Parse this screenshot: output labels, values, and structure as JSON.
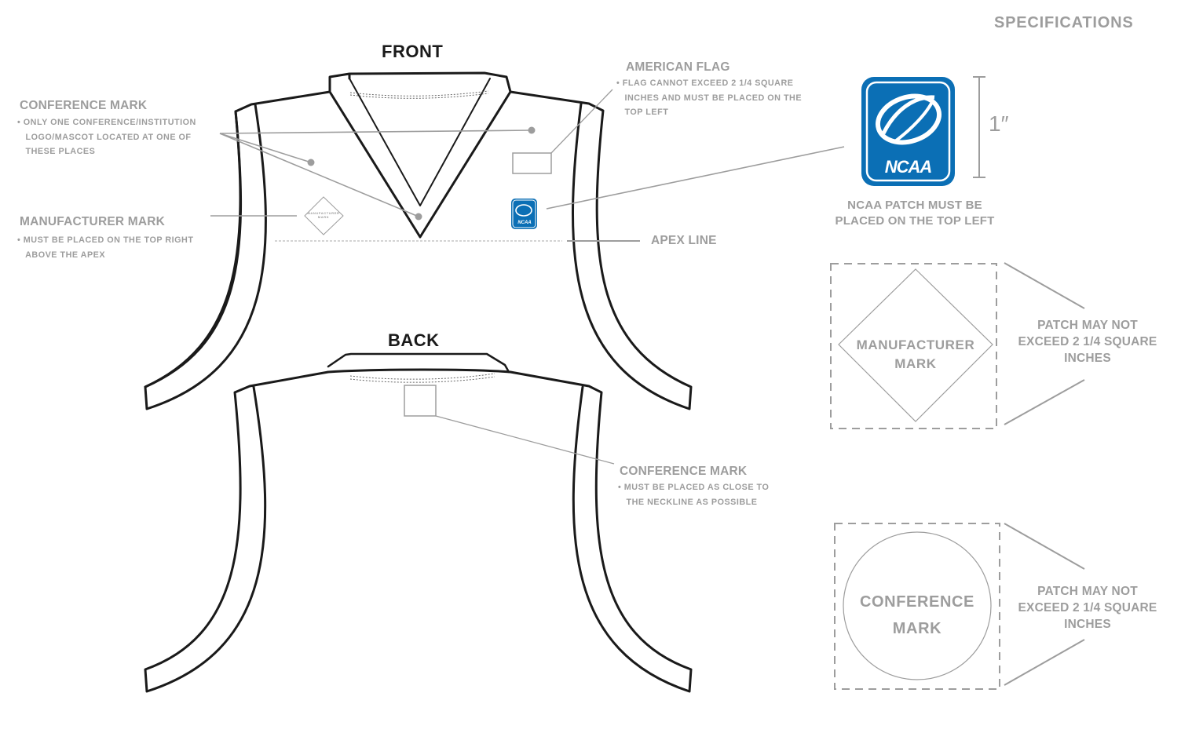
{
  "header": {
    "title": "SPECIFICATIONS"
  },
  "views": {
    "front": {
      "label": "FRONT"
    },
    "back": {
      "label": "BACK"
    }
  },
  "callouts": {
    "conference_front": {
      "title": "CONFERENCE MARK",
      "body": "• ONLY ONE CONFERENCE/INSTITUTION\n   LOGO/MASCOT LOCATED AT ONE OF\n   THESE PLACES"
    },
    "manufacturer": {
      "title": "MANUFACTURER MARK",
      "body": "• MUST BE PLACED ON THE TOP RIGHT\n   ABOVE THE APEX"
    },
    "american_flag": {
      "title": "AMERICAN FLAG",
      "body": "• FLAG CANNOT EXCEED 2 1/4 SQUARE\n   INCHES AND MUST BE PLACED ON THE\n   TOP LEFT"
    },
    "apex_line": {
      "title": "APEX LINE"
    },
    "conference_back": {
      "title": "CONFERENCE MARK",
      "body": "• MUST BE PLACED AS CLOSE TO\n   THE NECKLINE AS POSSIBLE"
    }
  },
  "jersey_marks": {
    "manufacturer_small": "MANUFACTURER\nMARK",
    "ncaa_small": "NCAA"
  },
  "specs": {
    "ncaa_patch": {
      "logo_text": "NCAA",
      "dimension": "1″",
      "caption": "NCAA PATCH MUST BE\nPLACED ON THE TOP LEFT",
      "color": "#0b6fb5"
    },
    "manufacturer_mark": {
      "label": "MANUFACTURER\nMARK",
      "note": "PATCH MAY NOT\nEXCEED 2 1/4 SQUARE\nINCHES"
    },
    "conference_mark": {
      "label": "CONFERENCE\nMARK",
      "note": "PATCH MAY NOT\nEXCEED 2 1/4 SQUARE\nINCHES"
    }
  },
  "colors": {
    "outline": "#1a1a1a",
    "annotation": "#9d9d9d",
    "ncaa_blue": "#0b6fb5"
  }
}
